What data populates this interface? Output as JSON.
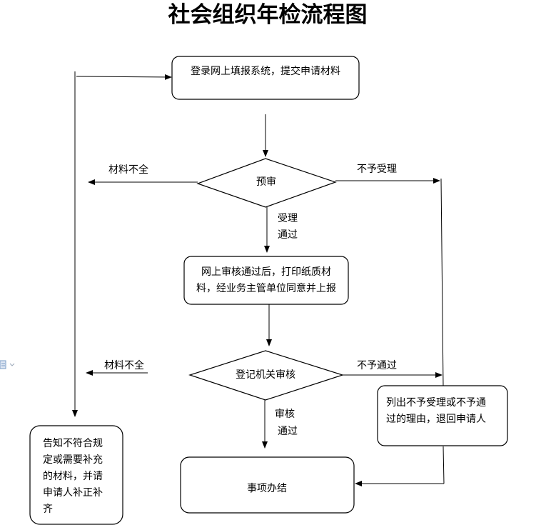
{
  "title": "社会组织年检流程图",
  "nodes": {
    "start": "登录网上填报系统，提交申请材料",
    "pre_review": "预审",
    "online_review": [
      "网上审核通过后，打印纸质材",
      "料，经业务主管单位同意并上报"
    ],
    "registry_review": "登记机关审核",
    "notify_missing": [
      "告知不符合规",
      "定或需要补充",
      "的材料，并请",
      "申请人补正补",
      "齐"
    ],
    "reject_reason": [
      "列出不予受理或不予通",
      "过的理由，退回申请人"
    ],
    "finish": "事项办结"
  },
  "edges": {
    "missing1": "材料不全",
    "reject_accept": "不予受理",
    "accepted": [
      "受理",
      "通过"
    ],
    "missing2": "材料不全",
    "reject_pass": "不予通过",
    "approved": [
      "审核",
      "通过"
    ]
  }
}
